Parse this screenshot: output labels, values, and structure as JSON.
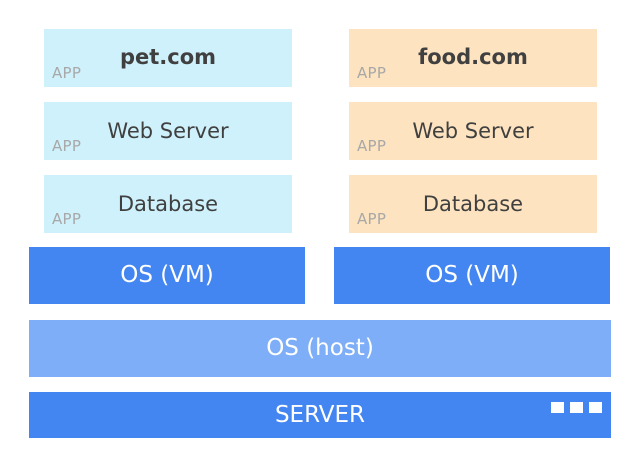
{
  "app_tag": "APP",
  "stacks": [
    {
      "app_label": "pet.com",
      "web_label": "Web Server",
      "db_label": "Database",
      "vm_label": "OS (VM)",
      "color": "#cff1fb"
    },
    {
      "app_label": "food.com",
      "web_label": "Web Server",
      "db_label": "Database",
      "vm_label": "OS (VM)",
      "color": "#fde3bf"
    }
  ],
  "host_label": "OS (host)",
  "server_label": "SERVER",
  "colors": {
    "vm": "#4486f1",
    "host": "#7eaef7",
    "server": "#4486f1",
    "label_dark": "#404040",
    "app_tag": "#a8a8a8"
  },
  "icons": {
    "server_indicator": "three-square-dots-icon"
  }
}
